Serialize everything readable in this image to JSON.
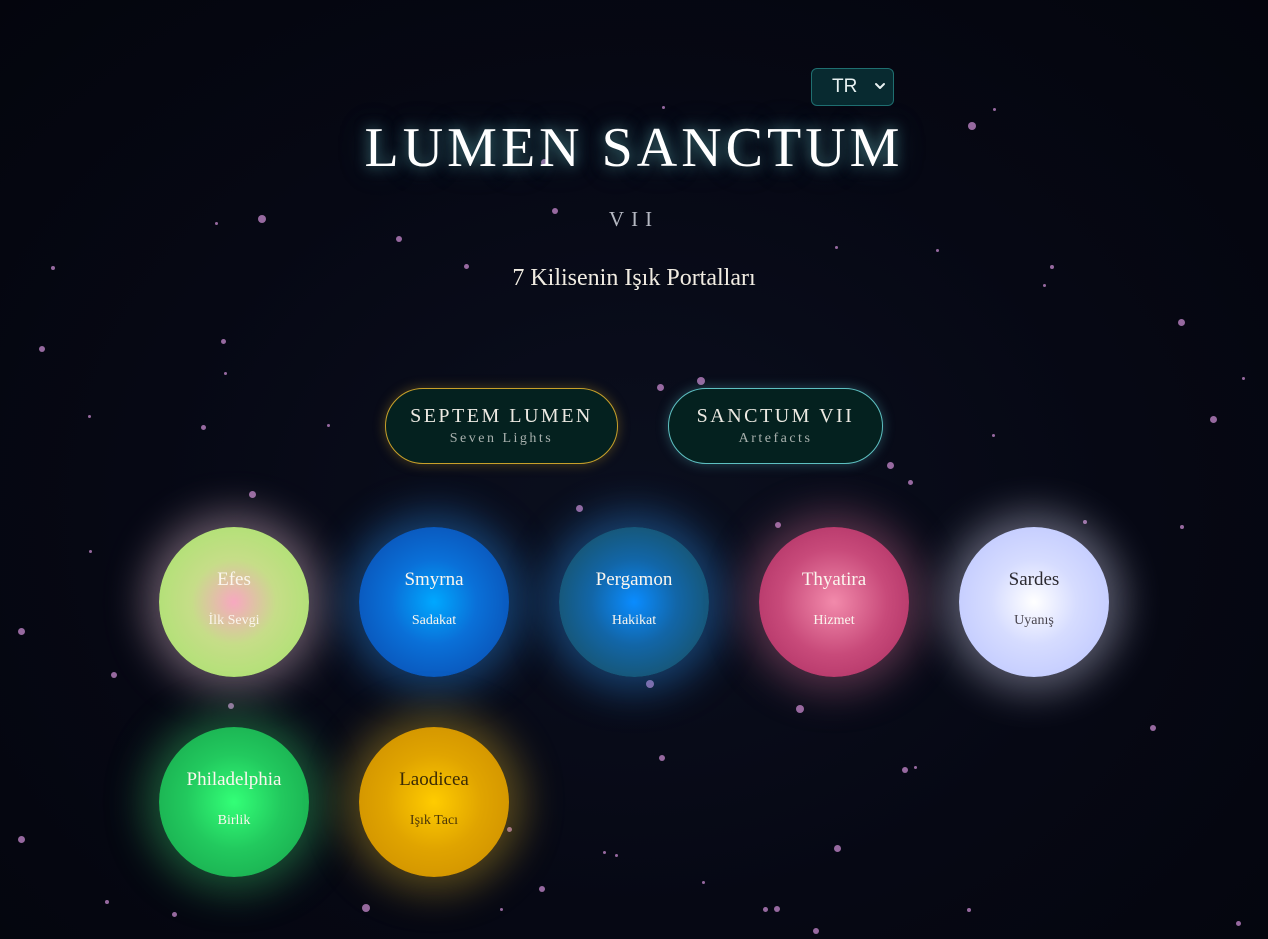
{
  "language_selector": {
    "value": "TR",
    "icon": "chevron-down-icon"
  },
  "header": {
    "title": "LUMEN SANCTUM",
    "numeral": "VII",
    "subtitle": "7 Kilisenin Işık Portalları"
  },
  "nav_buttons": [
    {
      "label": "SEPTEM LUMEN",
      "sublabel": "Seven Lights",
      "border_color": "#c8a02a"
    },
    {
      "label": "SANCTUM VII",
      "sublabel": "Artefacts",
      "border_color": "#5ec0c2"
    }
  ],
  "churches": [
    {
      "name": "Efes",
      "virtue": "İlk Sevgi",
      "color": "#a3e46a",
      "core": "#f7a8c0",
      "glow": "rgba(240,200,220,0.45)"
    },
    {
      "name": "Smyrna",
      "virtue": "Sadakat",
      "color": "#0a46a8",
      "core": "#00a8ff",
      "glow": "rgba(40,120,220,0.5)"
    },
    {
      "name": "Pergamon",
      "virtue": "Hakikat",
      "color": "#1a4a50",
      "core": "#0a8cff",
      "glow": "rgba(40,130,220,0.5)"
    },
    {
      "name": "Thyatira",
      "virtue": "Hizmet",
      "color": "#a82a5e",
      "core": "#f28aab",
      "glow": "rgba(230,120,160,0.4)"
    },
    {
      "name": "Sardes",
      "virtue": "Uyanış",
      "color": "#b8c2ff",
      "core": "#ffffff",
      "glow": "rgba(230,230,255,0.45)"
    },
    {
      "name": "Philadelphia",
      "virtue": "Birlik",
      "color": "#16a24a",
      "core": "#33ff77",
      "glow": "rgba(60,210,110,0.45)"
    },
    {
      "name": "Laodicea",
      "virtue": "Işık Tacı",
      "color": "#c98a00",
      "core": "#ffcc00",
      "glow": "rgba(220,180,40,0.45)"
    }
  ],
  "colors": {
    "background": "#05060f",
    "star": "#b07ab8",
    "title_glow": "#78dcdc"
  }
}
